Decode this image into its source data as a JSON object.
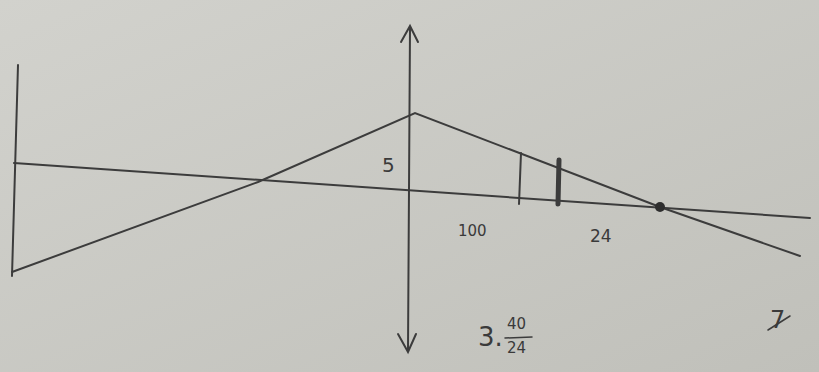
{
  "diagram": {
    "labels": [
      "5",
      "100",
      "24",
      "3.",
      "40",
      "24",
      "7"
    ]
  }
}
